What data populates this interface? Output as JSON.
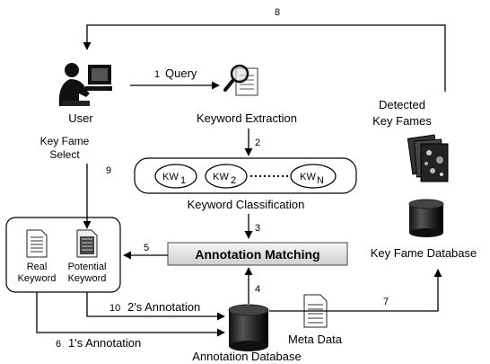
{
  "nodes": {
    "user": "User",
    "keyword_extraction": "Keyword Extraction",
    "keyword_classification": "Keyword Classification",
    "annotation_matching": "Annotation Matching",
    "annotation_database": "Annotation Database",
    "meta_data": "Meta Data",
    "key_frame_database": "Key Fame Database",
    "detected_key_frames_line1": "Detected",
    "detected_key_frames_line2": "Key Fames",
    "real_keyword_line1": "Real",
    "real_keyword_line2": "Keyword",
    "potential_keyword_line1": "Potential",
    "potential_keyword_line2": "Keyword",
    "key_frame_select_line1": "Key Fame",
    "key_frame_select_line2": "Select"
  },
  "keywords": {
    "kw1": "KW",
    "kw1_sub": "1",
    "kw2": "KW",
    "kw2_sub": "2",
    "kwn": "KW",
    "kwn_sub": "N"
  },
  "steps": {
    "s1_num": "1",
    "s1_label": "Query",
    "s2_num": "2",
    "s3_num": "3",
    "s4_num": "4",
    "s5_num": "5",
    "s6_num": "6",
    "s6_label": "1's Annotation",
    "s7_num": "7",
    "s8_num": "8",
    "s9_num": "9",
    "s10_num": "10",
    "s10_label": "2's Annotation"
  }
}
